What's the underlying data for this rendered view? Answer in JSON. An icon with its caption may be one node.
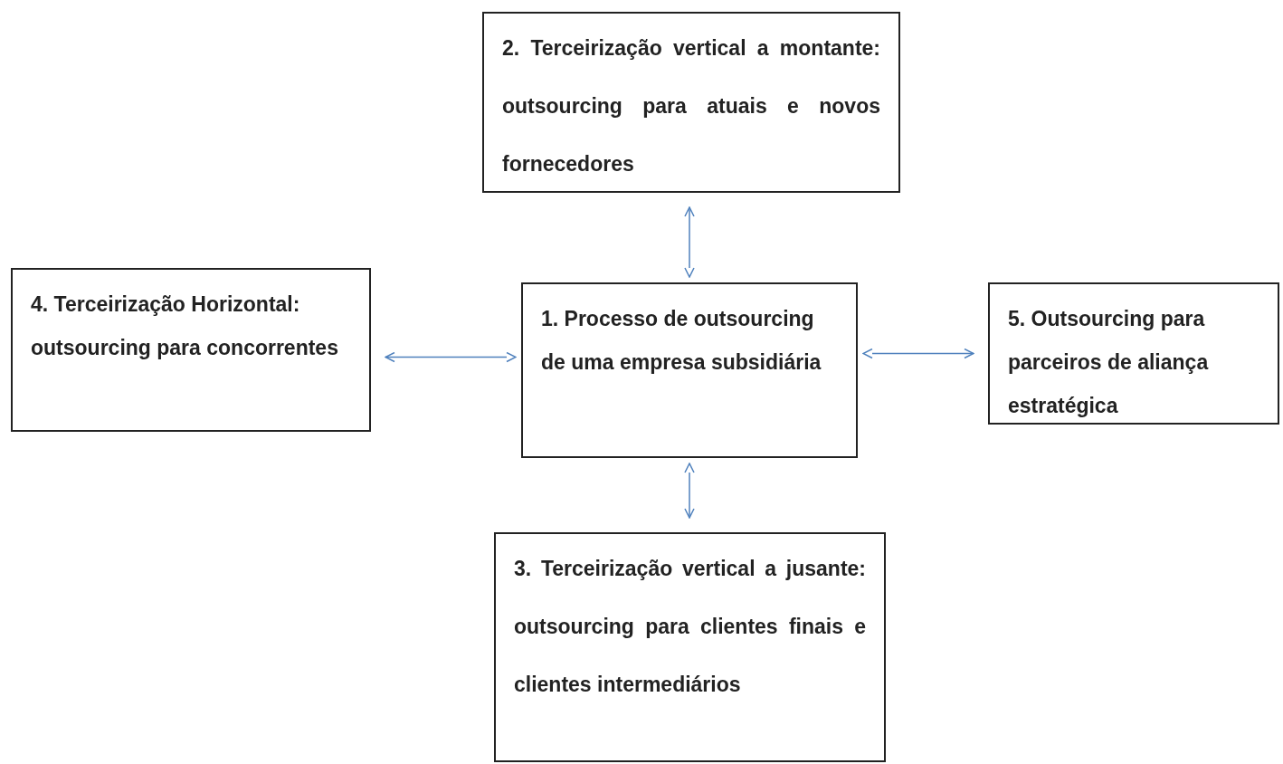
{
  "diagram": {
    "nodes": [
      {
        "text": [
          "2. Terceirização vertical a montante: outsourcing para atuais e novos fornecedores"
        ]
      },
      {
        "text": [
          "4. Terceirização Horizontal: outsourcing para concorrentes"
        ]
      },
      {
        "text": [
          "1. Processo de outsourcing de uma empresa subsidiária"
        ]
      },
      {
        "text": [
          "5. Outsourcing para parceiros de aliança estratégica"
        ]
      },
      {
        "text": [
          "3. Terceirização vertical a jusante: outsourcing para clientes finais e clientes intermediários"
        ]
      }
    ],
    "edges": [
      {
        "from": 2,
        "to": 0,
        "arrow": "both"
      },
      {
        "from": 2,
        "to": 1,
        "arrow": "both"
      },
      {
        "from": 2,
        "to": 3,
        "arrow": "both"
      },
      {
        "from": 2,
        "to": 4,
        "arrow": "both"
      }
    ]
  }
}
